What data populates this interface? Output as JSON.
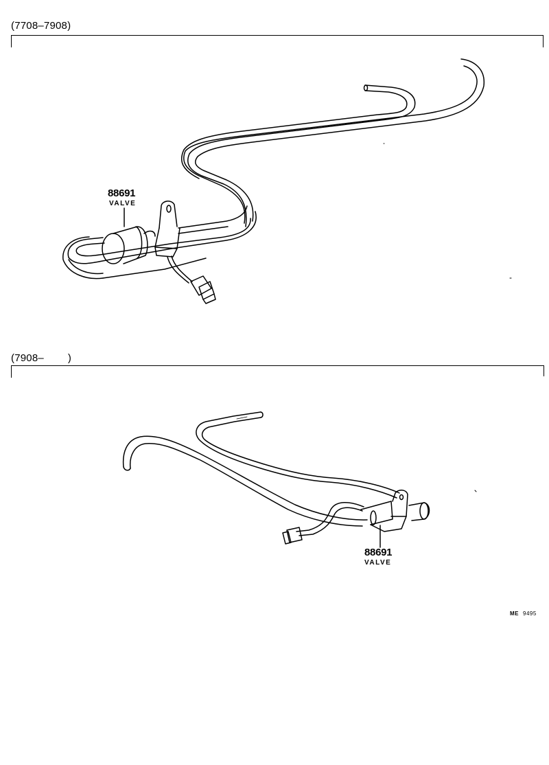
{
  "sections": [
    {
      "range_label": "(7708–7908)",
      "callout": {
        "part_number": "88691",
        "part_name": "VALVE"
      }
    },
    {
      "range_label": "(7908–        )",
      "callout": {
        "part_number": "88691",
        "part_name": "VALVE"
      }
    }
  ],
  "reference": {
    "prefix": "ME",
    "number": "9495"
  },
  "colors": {
    "line": "#000000",
    "background": "#ffffff"
  }
}
